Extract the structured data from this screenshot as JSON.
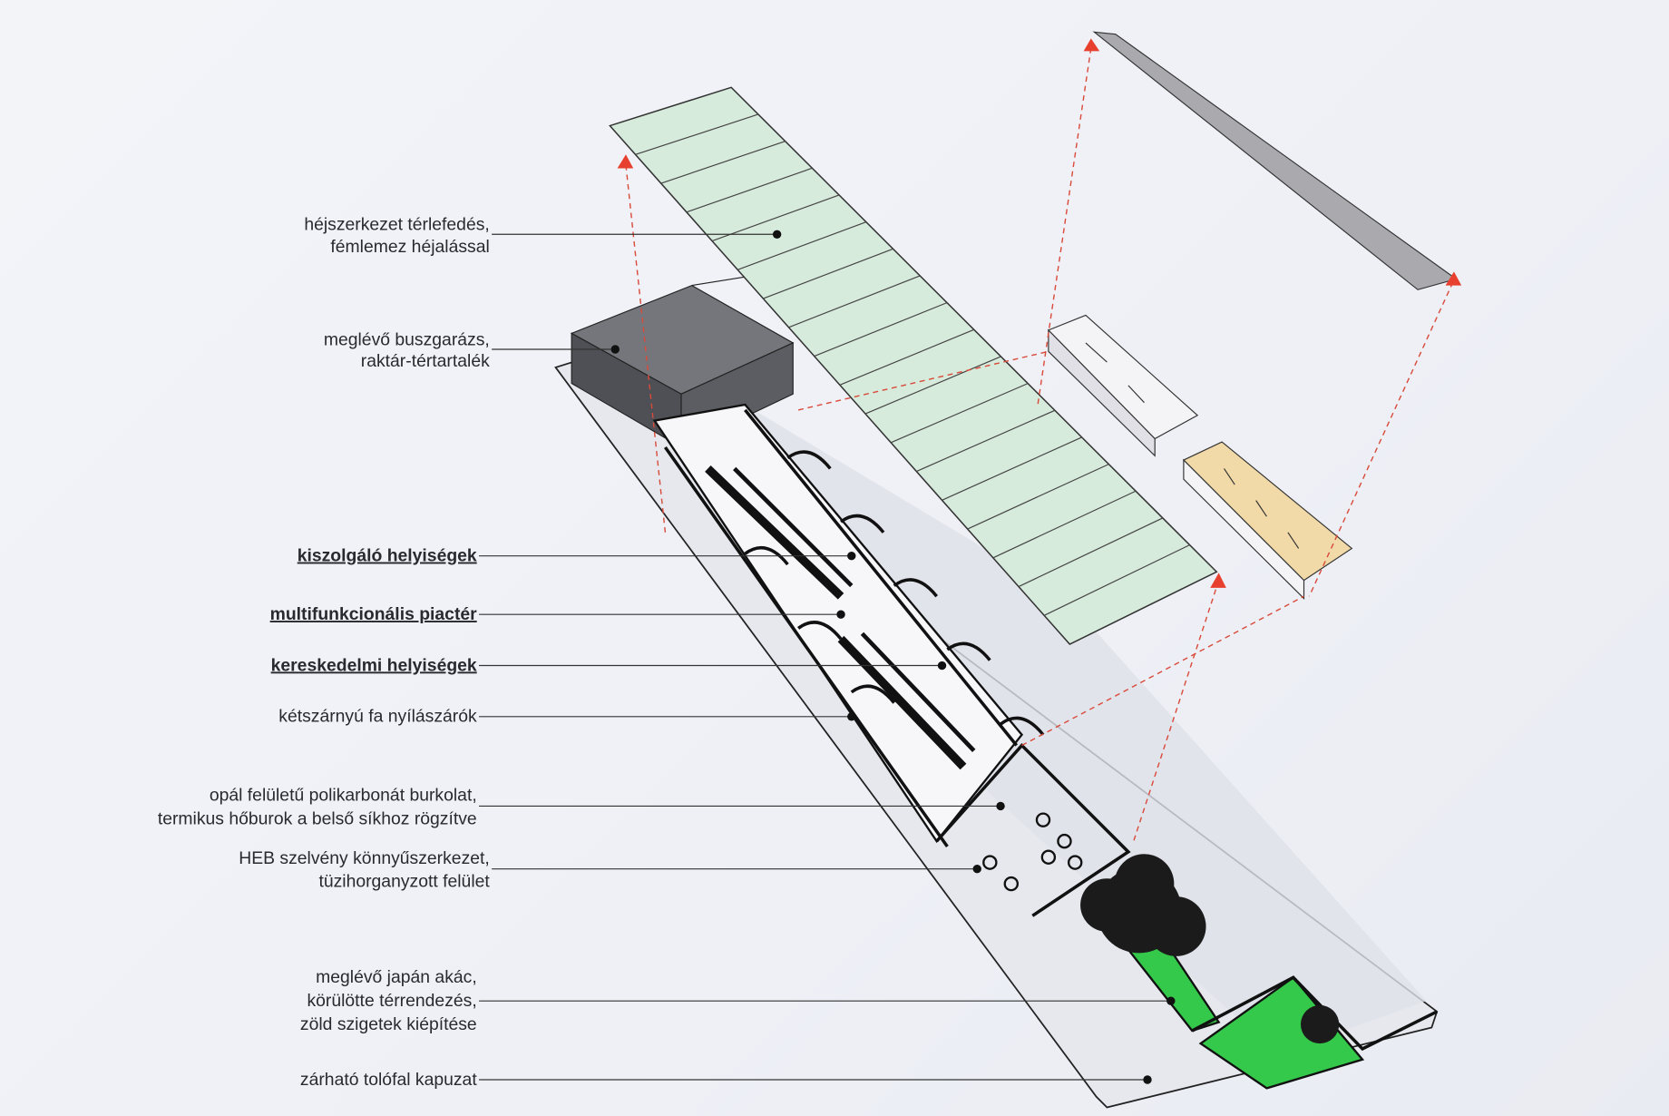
{
  "labels": [
    {
      "lines": [
        "héjszerkezet térlefedés,",
        "fémlemez héjalással"
      ],
      "bold": false
    },
    {
      "lines": [
        "meglévő buszgarázs,",
        "raktár-tértartalék"
      ],
      "bold": false
    },
    {
      "lines": [
        "kiszolgáló helyiségek"
      ],
      "bold": true
    },
    {
      "lines": [
        "multifunkcionális piactér"
      ],
      "bold": true
    },
    {
      "lines": [
        "kereskedelmi helyiségek"
      ],
      "bold": true
    },
    {
      "lines": [
        "kétszárnyú fa nyílászárók"
      ],
      "bold": false
    },
    {
      "lines": [
        "opál felületű polikarbonát burkolat,",
        "termikus hőburok a belső síkhoz rögzítve"
      ],
      "bold": false
    },
    {
      "lines": [
        "HEB szelvény könnyűszerkezet,",
        "tüzihorganyzott felület"
      ],
      "bold": false
    },
    {
      "lines": [
        "meglévő japán akác,",
        "körülötte térrendezés,",
        "zöld szigetek kiépítése"
      ],
      "bold": false
    },
    {
      "lines": [
        "zárható tolófal kapuzat"
      ],
      "bold": false
    }
  ],
  "colors": {
    "roof_shell": "#d6ebdc",
    "roof_slab": "#a9a9ae",
    "garage": "#5c5d62",
    "green_islands": "#34c94a",
    "dimension_lines": "#d94a3a",
    "ground": "#e4e6ec"
  }
}
